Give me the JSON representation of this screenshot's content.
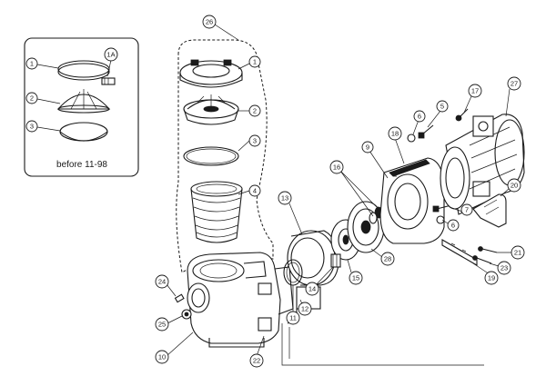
{
  "inset": {
    "caption": "before 11-98",
    "callouts": [
      "1",
      "1A",
      "2",
      "3"
    ]
  },
  "callouts": [
    "26",
    "1",
    "2",
    "3",
    "4",
    "24",
    "25",
    "10",
    "22",
    "13",
    "12",
    "11",
    "14",
    "15",
    "16",
    "28",
    "9",
    "18",
    "6",
    "5",
    "17",
    "27",
    "20",
    "7",
    "6",
    "21",
    "23",
    "19"
  ]
}
